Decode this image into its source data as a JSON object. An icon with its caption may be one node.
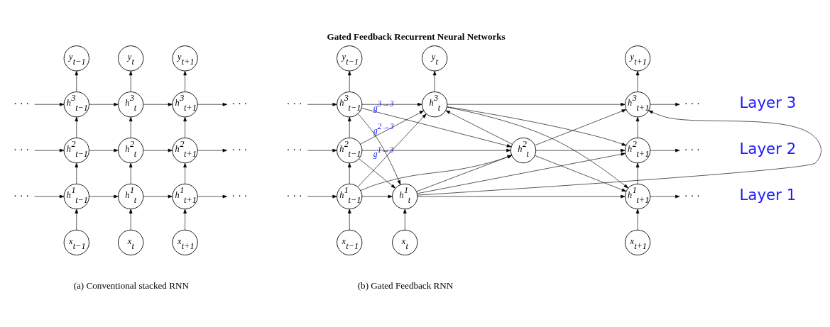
{
  "diagram": {
    "title": "Gated Feedback Recurrent Neural Networks",
    "nodes": [
      {
        "text": [
          "y$_{t−1}$"
        ]
      },
      {
        "text": [
          "y$_{t}$"
        ]
      },
      {
        "text": [
          "y$_{t+1}$"
        ]
      },
      {
        "text": [
          "· · ·"
        ]
      },
      {
        "text": [
          "h$^{3}$$_{t−1}$"
        ]
      },
      {
        "text": [
          "h$^{3}$$_{t}$"
        ]
      },
      {
        "text": [
          "h$^{3}$$_{t+1}$"
        ]
      },
      {
        "text": [
          "· · ·"
        ]
      },
      {
        "text": [
          "· · ·"
        ]
      },
      {
        "text": [
          "h$^{2}$$_{t−1}$"
        ]
      },
      {
        "text": [
          "h$^{2}$$_{t}$"
        ]
      },
      {
        "text": [
          "h$^{2}$$_{t+1}$"
        ]
      },
      {
        "text": [
          "· · ·"
        ]
      },
      {
        "text": [
          "· · ·"
        ]
      },
      {
        "text": [
          "h$^{1}$$_{t−1}$"
        ]
      },
      {
        "text": [
          "h$^{1}$$_{t}$"
        ]
      },
      {
        "text": [
          "h$^{1}$$_{t+1}$"
        ]
      },
      {
        "text": [
          "· · ·"
        ]
      },
      {
        "text": [
          "x$_{t−1}$"
        ]
      },
      {
        "text": [
          "x$_{t}$"
        ]
      },
      {
        "text": [
          "x$_{t+1}$"
        ]
      },
      {
        "text": [
          "y$_{t−1}$"
        ]
      },
      {
        "text": [
          "y$_{t}$"
        ]
      },
      {
        "text": [
          "y$_{t+1}$"
        ]
      },
      {
        "text": [
          "· · ·"
        ]
      },
      {
        "text": [
          "h$^{3}$$_{t−1}$"
        ]
      },
      {
        "text": [
          "h$^{3}$$_{t}$"
        ]
      },
      {
        "text": [
          "h$^{3}$$_{t+1}$"
        ]
      },
      {
        "text": [
          "· · ·"
        ]
      },
      {
        "text": [
          "· · ·"
        ]
      },
      {
        "text": [
          "h$^{2}$$_{t−1}$"
        ]
      },
      {
        "text": [
          "h$^{2}$$_{t}$"
        ]
      },
      {
        "text": [
          "h$^{2}$$_{t+1}$"
        ]
      },
      {
        "text": [
          "· · ·"
        ]
      },
      {
        "text": [
          "· · ·"
        ]
      },
      {
        "text": [
          "h$^{1}$$_{t−1}$"
        ]
      },
      {
        "text": [
          "h$^{1}$$_{t}$"
        ]
      },
      {
        "text": [
          "h$^{1}$$_{t+1}$"
        ]
      },
      {
        "text": [
          "· · ·"
        ]
      },
      {
        "text": [
          "x$_{t−1}$"
        ]
      },
      {
        "text": [
          "x$_{t}$"
        ]
      },
      {
        "text": [
          "x$_{t+1}$"
        ]
      }
    ],
    "edges": [
      {
        "from": 18,
        "to": 14,
        "arrow": "to"
      },
      {
        "from": 14,
        "to": 9,
        "arrow": "to"
      },
      {
        "from": 9,
        "to": 4,
        "arrow": "to"
      },
      {
        "from": 4,
        "to": 0,
        "arrow": "to"
      },
      {
        "from": 19,
        "to": 15,
        "arrow": "to"
      },
      {
        "from": 15,
        "to": 10,
        "arrow": "to"
      },
      {
        "from": 10,
        "to": 5,
        "arrow": "to"
      },
      {
        "from": 5,
        "to": 1,
        "arrow": "to"
      },
      {
        "from": 20,
        "to": 16,
        "arrow": "to"
      },
      {
        "from": 16,
        "to": 11,
        "arrow": "to"
      },
      {
        "from": 11,
        "to": 6,
        "arrow": "to"
      },
      {
        "from": 6,
        "to": 2,
        "arrow": "to"
      },
      {
        "from": 3,
        "to": 4,
        "arrow": "to"
      },
      {
        "from": 4,
        "to": 5,
        "arrow": "to"
      },
      {
        "from": 5,
        "to": 6,
        "arrow": "to"
      },
      {
        "from": 6,
        "to": 7,
        "arrow": "to"
      },
      {
        "from": 8,
        "to": 9,
        "arrow": "to"
      },
      {
        "from": 9,
        "to": 10,
        "arrow": "to"
      },
      {
        "from": 10,
        "to": 11,
        "arrow": "to"
      },
      {
        "from": 11,
        "to": 12,
        "arrow": "to"
      },
      {
        "from": 13,
        "to": 14,
        "arrow": "to"
      },
      {
        "from": 14,
        "to": 15,
        "arrow": "to"
      },
      {
        "from": 15,
        "to": 16,
        "arrow": "to"
      },
      {
        "from": 16,
        "to": 17,
        "arrow": "to"
      },
      {
        "from": 39,
        "to": 35,
        "arrow": "to"
      },
      {
        "from": 35,
        "to": 30,
        "arrow": "to"
      },
      {
        "from": 30,
        "to": 25,
        "arrow": "to"
      },
      {
        "from": 25,
        "to": 21,
        "arrow": "to"
      },
      {
        "from": 40,
        "to": 36,
        "arrow": "to"
      },
      {
        "from": 36,
        "to": 31,
        "arrow": "to"
      },
      {
        "from": 31,
        "to": 26,
        "arrow": "to"
      },
      {
        "from": 26,
        "to": 22,
        "arrow": "to"
      },
      {
        "from": 41,
        "to": 37,
        "arrow": "to"
      },
      {
        "from": 37,
        "to": 32,
        "arrow": "to"
      },
      {
        "from": 32,
        "to": 27,
        "arrow": "to"
      },
      {
        "from": 27,
        "to": 23,
        "arrow": "to"
      },
      {
        "from": 24,
        "to": 25,
        "arrow": "to"
      },
      {
        "from": 29,
        "to": 30,
        "arrow": "to"
      },
      {
        "from": 34,
        "to": 35,
        "arrow": "to"
      },
      {
        "from": 27,
        "to": 28,
        "arrow": "to"
      },
      {
        "from": 32,
        "to": 33,
        "arrow": "to"
      },
      {
        "from": 37,
        "to": 38,
        "arrow": "to"
      },
      {
        "from": 25,
        "to": 26,
        "arrow": "to",
        "label": "g$^{3→3}$"
      },
      {
        "from": 25,
        "to": 31,
        "arrow": "to"
      },
      {
        "from": 25,
        "to": 36,
        "arrow": "to"
      },
      {
        "from": 30,
        "to": 26,
        "arrow": "to",
        "label": "g$^{2→3}$"
      },
      {
        "from": 30,
        "to": 31,
        "arrow": "to"
      },
      {
        "from": 30,
        "to": 36,
        "arrow": "to"
      },
      {
        "from": 35,
        "to": 26,
        "arrow": "to",
        "label": "g$^{1→3}$"
      },
      {
        "from": 35,
        "to": 31,
        "arrow": "to"
      },
      {
        "from": 35,
        "to": 36,
        "arrow": "to"
      },
      {
        "from": 26,
        "to": 27,
        "arrow": "to"
      },
      {
        "from": 26,
        "to": 32,
        "arrow": "to"
      },
      {
        "from": 26,
        "to": 37,
        "arrow": "to"
      },
      {
        "from": 31,
        "to": 27,
        "arrow": "to"
      },
      {
        "from": 31,
        "to": 32,
        "arrow": "to"
      },
      {
        "from": 31,
        "to": 37,
        "arrow": "to"
      },
      {
        "from": 36,
        "to": 27,
        "arrow": "to"
      },
      {
        "from": 36,
        "to": 32,
        "arrow": "to"
      },
      {
        "from": 36,
        "to": 37,
        "arrow": "to"
      }
    ],
    "labels": [
      "Layer 3",
      "Layer 2",
      "Layer 1",
      "(a) Conventional stacked RNN",
      "(b) Gated Feedback RNN"
    ]
  }
}
